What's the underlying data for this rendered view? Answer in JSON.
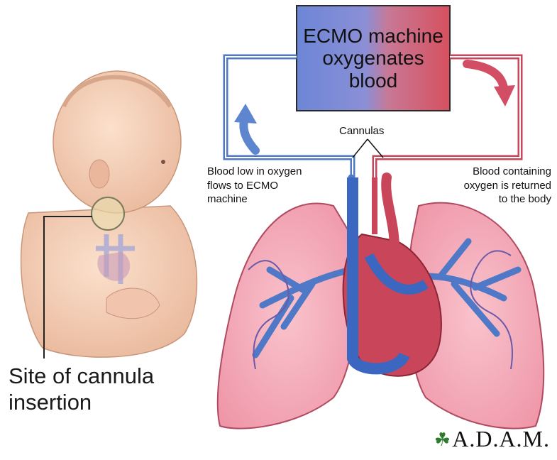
{
  "box_title": "ECMO machine\noxygenates\nblood",
  "cannulas_label": "Cannulas",
  "left_note": "Blood low in oxygen\nflows to ECMO\nmachine",
  "right_note": "Blood containing\noxygen is returned\nto the body",
  "site_label": "Site of cannula\ninsertion",
  "brand": "A.D.A.M.",
  "icons": {
    "leaf": "leaf-icon",
    "up_arrow": "curved-up-arrow-icon",
    "down_arrow": "curved-down-arrow-icon"
  },
  "colors": {
    "deoxygenated": "#4f79c6",
    "oxygenated": "#c9455a",
    "lung": "#f3a6b4"
  }
}
